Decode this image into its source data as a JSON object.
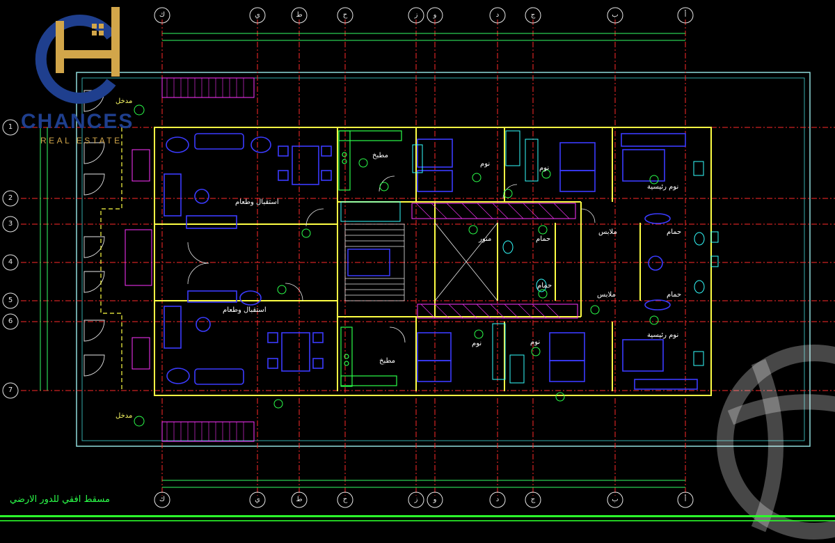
{
  "brand": {
    "name": "CHANCES",
    "tagline": "REAL ESTATE",
    "colors": {
      "navy": "#1f3f8e",
      "gold": "#d2a64a"
    }
  },
  "plan_title": "مسقط افقي للدور الارضي",
  "grid_columns": [
    "ك",
    "ي",
    "ط",
    "ح",
    "ز",
    "و",
    "د",
    "ج",
    "ب",
    "أ"
  ],
  "grid_rows": [
    "1",
    "2",
    "3",
    "4",
    "5",
    "6",
    "7"
  ],
  "rooms": {
    "reception_top": "استقبال وطعام",
    "reception_bottom": "استقبال وطعام",
    "kitchen_top": "مطبخ",
    "kitchen_bottom": "مطبخ",
    "bedroom_top_1": "نوم",
    "bedroom_top_2": "نوم",
    "master_bedroom_top": "نوم رئيسية",
    "bedroom_bottom_1": "نوم",
    "bedroom_bottom_2": "نوم",
    "master_bedroom_bottom": "نوم رئيسية",
    "shaft": "منور",
    "bath_1": "حمام",
    "bath_2": "حمام",
    "bath_3": "حمام",
    "bath_4": "حمام",
    "dressing_1": "ملابس",
    "dressing_2": "ملابس",
    "entrance_top": "مدخل",
    "entrance_bottom": "مدخل"
  },
  "colors": {
    "background": "#000000",
    "grid_red": "#ff2a2a",
    "wall_yellow": "#ffff44",
    "cyan": "#33ffff",
    "furniture_blue": "#3b3bff",
    "magenta": "#ff33ff",
    "green": "#2bff4a",
    "white": "#e8e8e8"
  },
  "icons": {
    "watermark": "globe-watermark-icon"
  }
}
